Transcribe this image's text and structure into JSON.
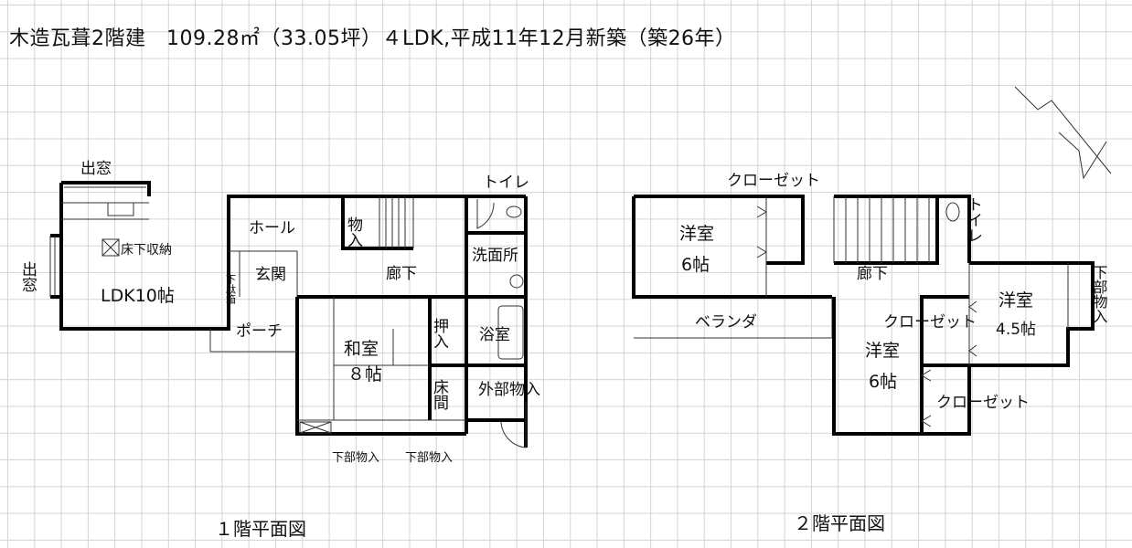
{
  "title": "木造瓦葺2階建　109.28㎡（33.05坪）４LDK,平成11年12月新築（築26年）",
  "floor1": {
    "caption": "１階平面図",
    "rooms": {
      "bay_top": "出窓",
      "bay_left": "出窓",
      "ldk": "LDK10帖",
      "underfloor": "床下収納",
      "hall": "ホール",
      "storage": "物入",
      "toilet": "トイレ",
      "washroom": "洗面所",
      "corridor": "廊下",
      "entrance": "玄関",
      "shoe": "下駄箱",
      "porch": "ポーチ",
      "washitsu_a": "和室",
      "washitsu_b": "８帖",
      "oshiire": "押入",
      "tokonoma": "床間",
      "bath": "浴室",
      "ext_storage": "外部物入",
      "lower_storage_1": "下部物入",
      "lower_storage_2": "下部物入"
    }
  },
  "floor2": {
    "caption": "２階平面図",
    "rooms": {
      "closet_top": "クローゼット",
      "room1_a": "洋室",
      "room1_b": "6帖",
      "toilet": "トイレ",
      "corridor": "廊下",
      "veranda": "ベランダ",
      "closet_mid": "クローゼット",
      "room2_a": "洋室",
      "room2_b": "6帖",
      "closet_bottom": "クローゼット",
      "room3_a": "洋室",
      "room3_b": "4.5帖",
      "lower_storage": "下部物入"
    }
  },
  "icons": {
    "north_arrow": "north-arrow-icon"
  }
}
